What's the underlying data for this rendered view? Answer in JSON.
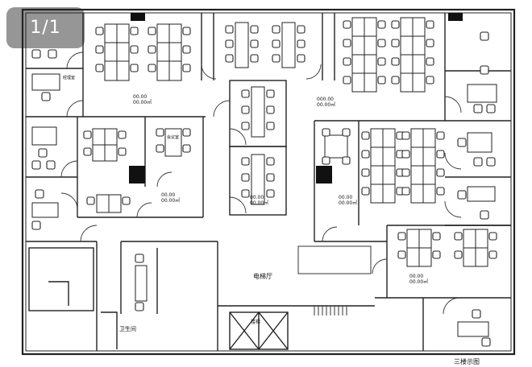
{
  "page_indicator": "1/1",
  "labels": {
    "elevator_hall": "电梯厅",
    "floor_plan_title": "三楼示图",
    "restroom": "卫生间",
    "stair": "楼梯",
    "manager_office": "经理室",
    "meeting_room": "会议室"
  }
}
